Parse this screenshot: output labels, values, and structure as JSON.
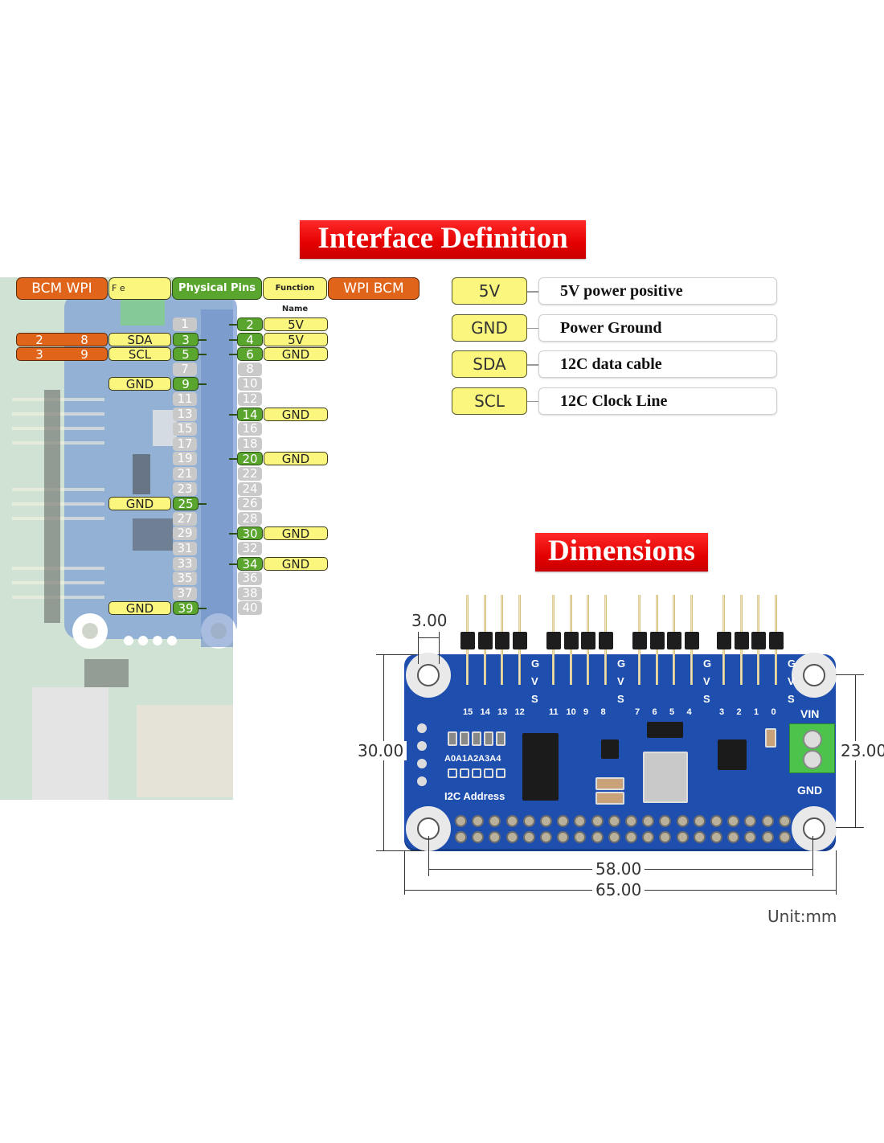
{
  "titles": {
    "interface": "Interface Definition",
    "dimensions": "Dimensions"
  },
  "pinout": {
    "headers": {
      "left_bcm_wpi": "BCM  WPI",
      "left_function": "F                e",
      "physical_pins": "Physical Pins",
      "right_function": "Function Name",
      "right_wpi_bcm": "WPI  BCM"
    },
    "left_pins": [
      {
        "bcm": "2",
        "wpi": "8",
        "function": "SDA",
        "pin": "3"
      },
      {
        "bcm": "3",
        "wpi": "9",
        "function": "SCL",
        "pin": "5"
      },
      {
        "function": "GND",
        "pin": "9"
      },
      {
        "function": "GND",
        "pin": "25"
      },
      {
        "function": "GND",
        "pin": "39"
      }
    ],
    "right_pins": [
      {
        "pin": "2",
        "function": "5V"
      },
      {
        "pin": "4",
        "function": "5V"
      },
      {
        "pin": "6",
        "function": "GND"
      },
      {
        "pin": "14",
        "function": "GND"
      },
      {
        "pin": "20",
        "function": "GND"
      },
      {
        "pin": "30",
        "function": "GND"
      },
      {
        "pin": "34",
        "function": "GND"
      }
    ],
    "odd_unused": [
      "1",
      "7",
      "11",
      "13",
      "15",
      "17",
      "19",
      "21",
      "23",
      "27",
      "29",
      "31",
      "33",
      "35",
      "37"
    ],
    "even_unused": [
      "8",
      "10",
      "12",
      "16",
      "18",
      "22",
      "24",
      "26",
      "28",
      "32",
      "36",
      "38",
      "40"
    ]
  },
  "legend": [
    {
      "key": "5V",
      "description": "5V power positive"
    },
    {
      "key": "GND",
      "description": "Power Ground"
    },
    {
      "key": "SDA",
      "description": "12C data cable"
    },
    {
      "key": "SCL",
      "description": "12C Clock Line"
    }
  ],
  "dimensions": {
    "hole_diameter": "3.00",
    "height_total": "30.00",
    "height_holes": "23.00",
    "width_holes": "58.00",
    "width_total": "65.00",
    "unit": "Unit:mm"
  },
  "board": {
    "channel_labels": [
      "15",
      "14",
      "13",
      "12",
      "11",
      "10",
      "9",
      "8",
      "7",
      "6",
      "5",
      "4",
      "3",
      "2",
      "1",
      "0"
    ],
    "row_labels": [
      "G",
      "V",
      "S"
    ],
    "address_label": "A0A1A2A3A4",
    "i2c_label": "I2C Address",
    "vin_label": "VIN",
    "gnd_label": "GND"
  },
  "colors": {
    "title_red": "#e40000",
    "chip_yellow": "#fbf77e",
    "chip_orange": "#e0651a",
    "chip_green": "#5aa52e",
    "chip_grey": "#c9c9c9",
    "pcb_blue": "#1f4fae"
  }
}
